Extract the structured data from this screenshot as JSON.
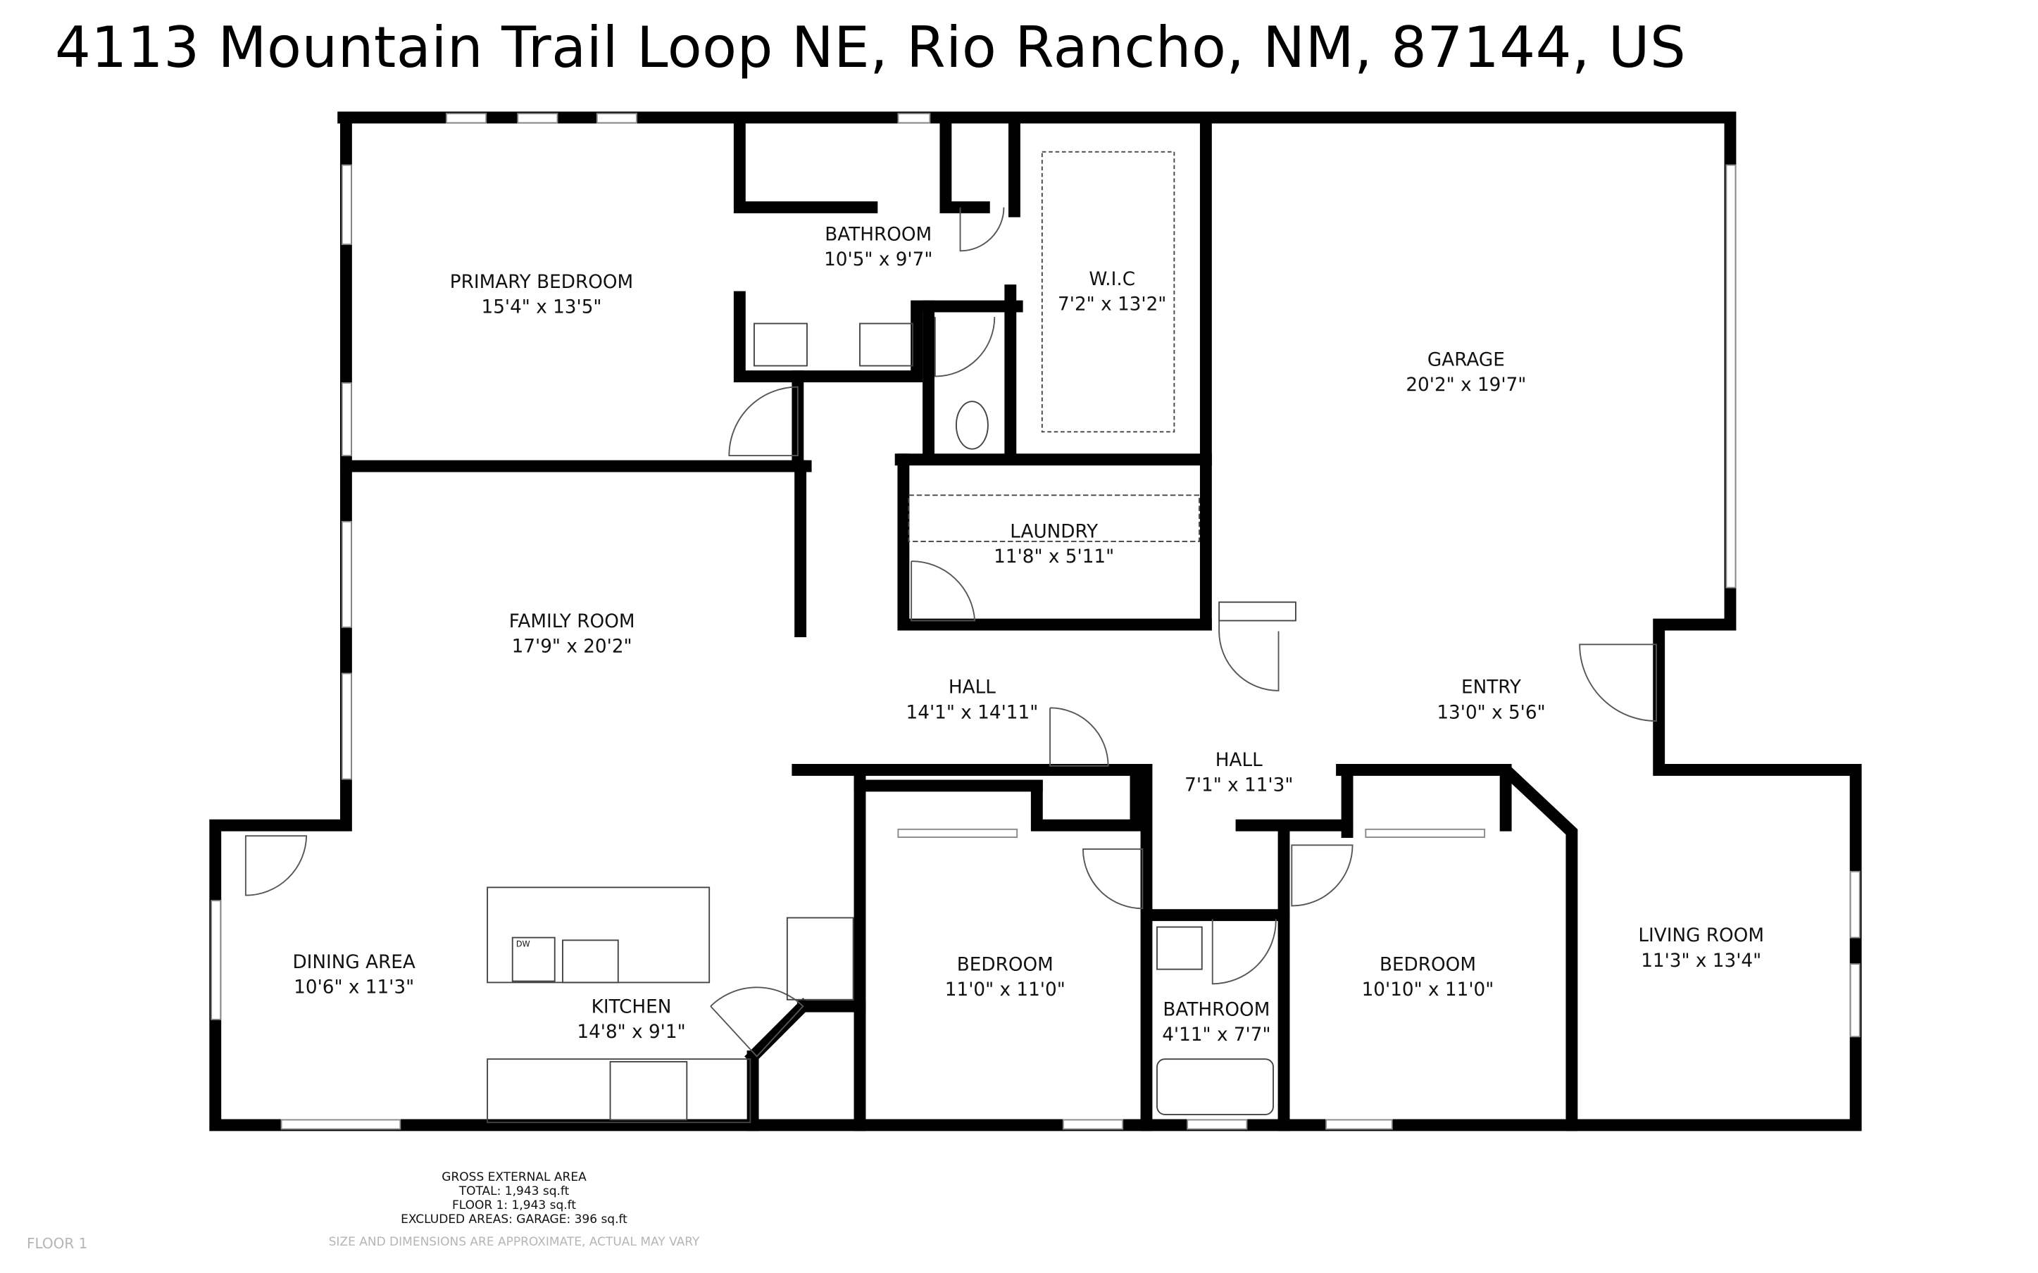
{
  "title": "4113 Mountain Trail Loop NE, Rio Rancho, NM, 87144, US",
  "rooms": {
    "primary_bedroom": {
      "name": "PRIMARY BEDROOM",
      "dims": "15'4\" x 13'5\""
    },
    "bathroom_primary": {
      "name": "BATHROOM",
      "dims": "10'5\" x 9'7\""
    },
    "wic": {
      "name": "W.I.C",
      "dims": "7'2\" x 13'2\""
    },
    "garage": {
      "name": "GARAGE",
      "dims": "20'2\" x 19'7\""
    },
    "laundry": {
      "name": "LAUNDRY",
      "dims": "11'8\" x 5'11\""
    },
    "family_room": {
      "name": "FAMILY ROOM",
      "dims": "17'9\" x 20'2\""
    },
    "hall_main": {
      "name": "HALL",
      "dims": "14'1\" x 14'11\""
    },
    "entry": {
      "name": "ENTRY",
      "dims": "13'0\" x 5'6\""
    },
    "hall_small": {
      "name": "HALL",
      "dims": "7'1\" x 11'3\""
    },
    "living_room": {
      "name": "LIVING ROOM",
      "dims": "11'3\" x 13'4\""
    },
    "dining_area": {
      "name": "DINING AREA",
      "dims": "10'6\" x 11'3\""
    },
    "kitchen": {
      "name": "KITCHEN",
      "dims": "14'8\" x 9'1\""
    },
    "bedroom_left": {
      "name": "BEDROOM",
      "dims": "11'0\" x 11'0\""
    },
    "bathroom_hall": {
      "name": "BATHROOM",
      "dims": "4'11\" x 7'7\""
    },
    "bedroom_right": {
      "name": "BEDROOM",
      "dims": "10'10\" x 11'0\""
    }
  },
  "fixtures": {
    "dishwasher": "DW"
  },
  "footer": {
    "heading": "GROSS EXTERNAL AREA",
    "total": "TOTAL: 1,943 sq.ft",
    "floor1": "FLOOR 1: 1,943 sq.ft",
    "excluded": "EXCLUDED AREAS: GARAGE: 396 sq.ft",
    "disclaimer": "SIZE AND DIMENSIONS ARE APPROXIMATE, ACTUAL MAY VARY",
    "floor_label": "FLOOR 1"
  }
}
